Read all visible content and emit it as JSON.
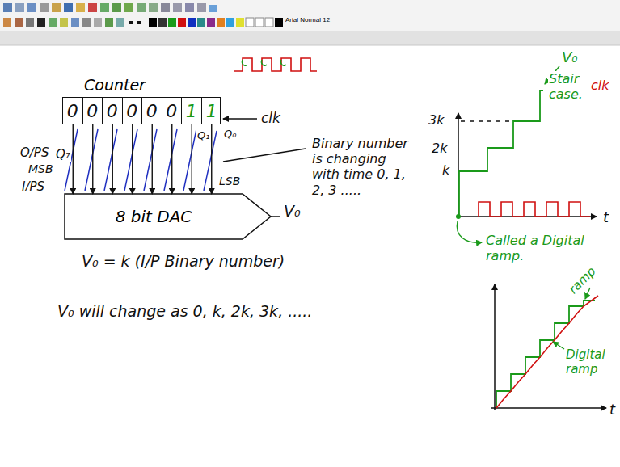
{
  "diagram": {
    "nodes": [
      {
        "text": [
          "Counter"
        ]
      },
      {
        "text": [
          "0"
        ],
        "in": 0
      },
      {
        "text": [
          "0"
        ],
        "in": 0
      },
      {
        "text": [
          "0"
        ],
        "in": 0
      },
      {
        "text": [
          "0"
        ],
        "in": 0
      },
      {
        "text": [
          "0"
        ],
        "in": 0
      },
      {
        "text": [
          "0"
        ],
        "in": 0
      },
      {
        "text": [
          "1"
        ],
        "in": 0
      },
      {
        "text": [
          "1"
        ],
        "in": 0
      },
      {
        "text": [
          "8 bit DAC"
        ]
      }
    ],
    "edges": [
      {
        "from": 1,
        "to": 9,
        "arrow": "to"
      },
      {
        "from": 2,
        "to": 9,
        "arrow": "to"
      },
      {
        "from": 3,
        "to": 9,
        "arrow": "to"
      },
      {
        "from": 4,
        "to": 9,
        "arrow": "to"
      },
      {
        "from": 5,
        "to": 9,
        "arrow": "to"
      },
      {
        "from": 6,
        "to": 9,
        "arrow": "to"
      },
      {
        "from": 7,
        "to": 9,
        "arrow": "to"
      },
      {
        "from": 8,
        "to": 9,
        "arrow": "to"
      }
    ],
    "labels": [
      "Arial Normal 12",
      "clk",
      "O/PS",
      "Q₇",
      "MSB",
      "I/PS",
      "Q₁",
      "Q₀",
      "LSB",
      "V₀",
      "Binary number is changing with time 0, 1, 2, 3 .....",
      "V₀ = k (I/P Binary number)",
      "V₀ will change as 0, k, 2k, 3k, .....",
      "3k",
      "2k",
      "k",
      "V₀",
      "Stair case.",
      "clk",
      "t",
      "Called a Digital ramp.",
      "ramp",
      "Digital ramp",
      "t"
    ]
  }
}
